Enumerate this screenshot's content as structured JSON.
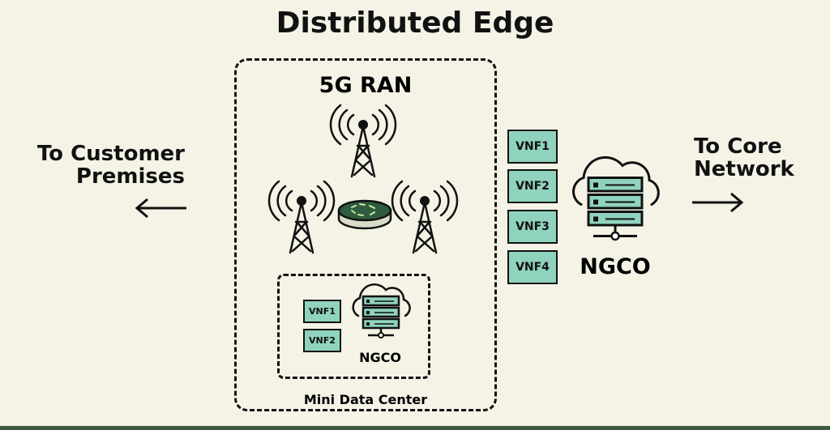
{
  "title": "Distributed Edge",
  "left_label": {
    "line1": "To Customer",
    "line2": "Premises"
  },
  "right_label": {
    "line1": "To Core",
    "line2": "Network"
  },
  "ran": {
    "title": "5G RAN"
  },
  "mini_dc": {
    "label": "Mini Data Center",
    "vnfs": [
      "VNF1",
      "VNF2"
    ],
    "orchestrator": "NGCO"
  },
  "core": {
    "vnfs": [
      "VNF1",
      "VNF2",
      "VNF3",
      "VNF4"
    ],
    "orchestrator": "NGCO"
  },
  "colors": {
    "background": "#f4f3e6",
    "vnf_fill": "#8fd3bf",
    "server_fill": "#8fd3bf",
    "router_fill": "#2f5b3e",
    "bottom_bar": "#3d5a40"
  }
}
